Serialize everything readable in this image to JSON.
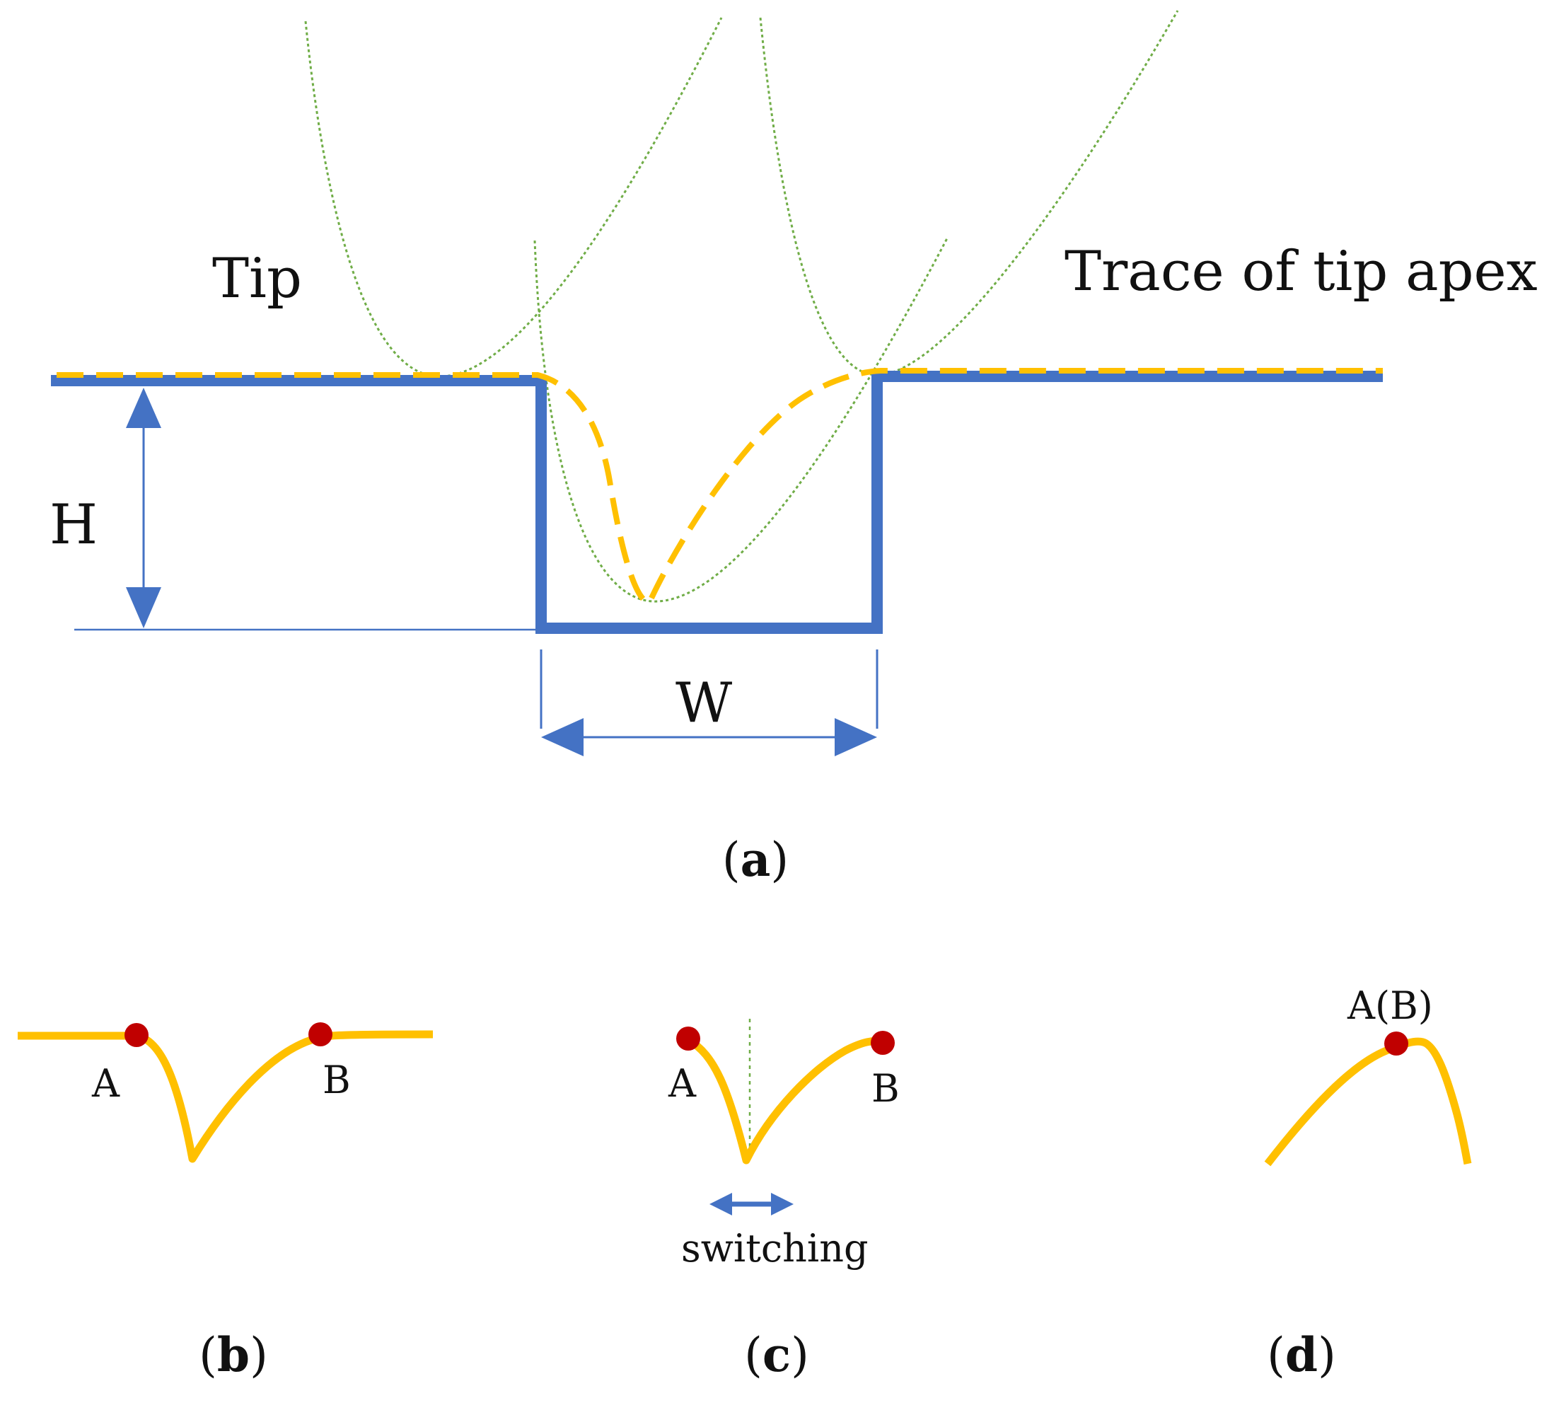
{
  "colors": {
    "surface": "#4472c4",
    "trace": "#ffc000",
    "tip_outline": "#70ad47",
    "contact_point": "#c00000",
    "text": "#111111"
  },
  "panel_a": {
    "tip_label": "Tip",
    "trace_label": "Trace of tip apex",
    "height_label": "H",
    "width_label": "W",
    "panel_label_open": "(",
    "panel_label_letter": "a",
    "panel_label_close": ")"
  },
  "panel_b": {
    "point_a": "A",
    "point_b": "B",
    "panel_label_open": "(",
    "panel_label_letter": "b",
    "panel_label_close": ")"
  },
  "panel_c": {
    "point_a": "A",
    "point_b": "B",
    "switching_label": "switching",
    "panel_label_open": "(",
    "panel_label_letter": "c",
    "panel_label_close": ")"
  },
  "panel_d": {
    "point_label": "A(B)",
    "panel_label_open": "(",
    "panel_label_letter": "d",
    "panel_label_close": ")"
  }
}
